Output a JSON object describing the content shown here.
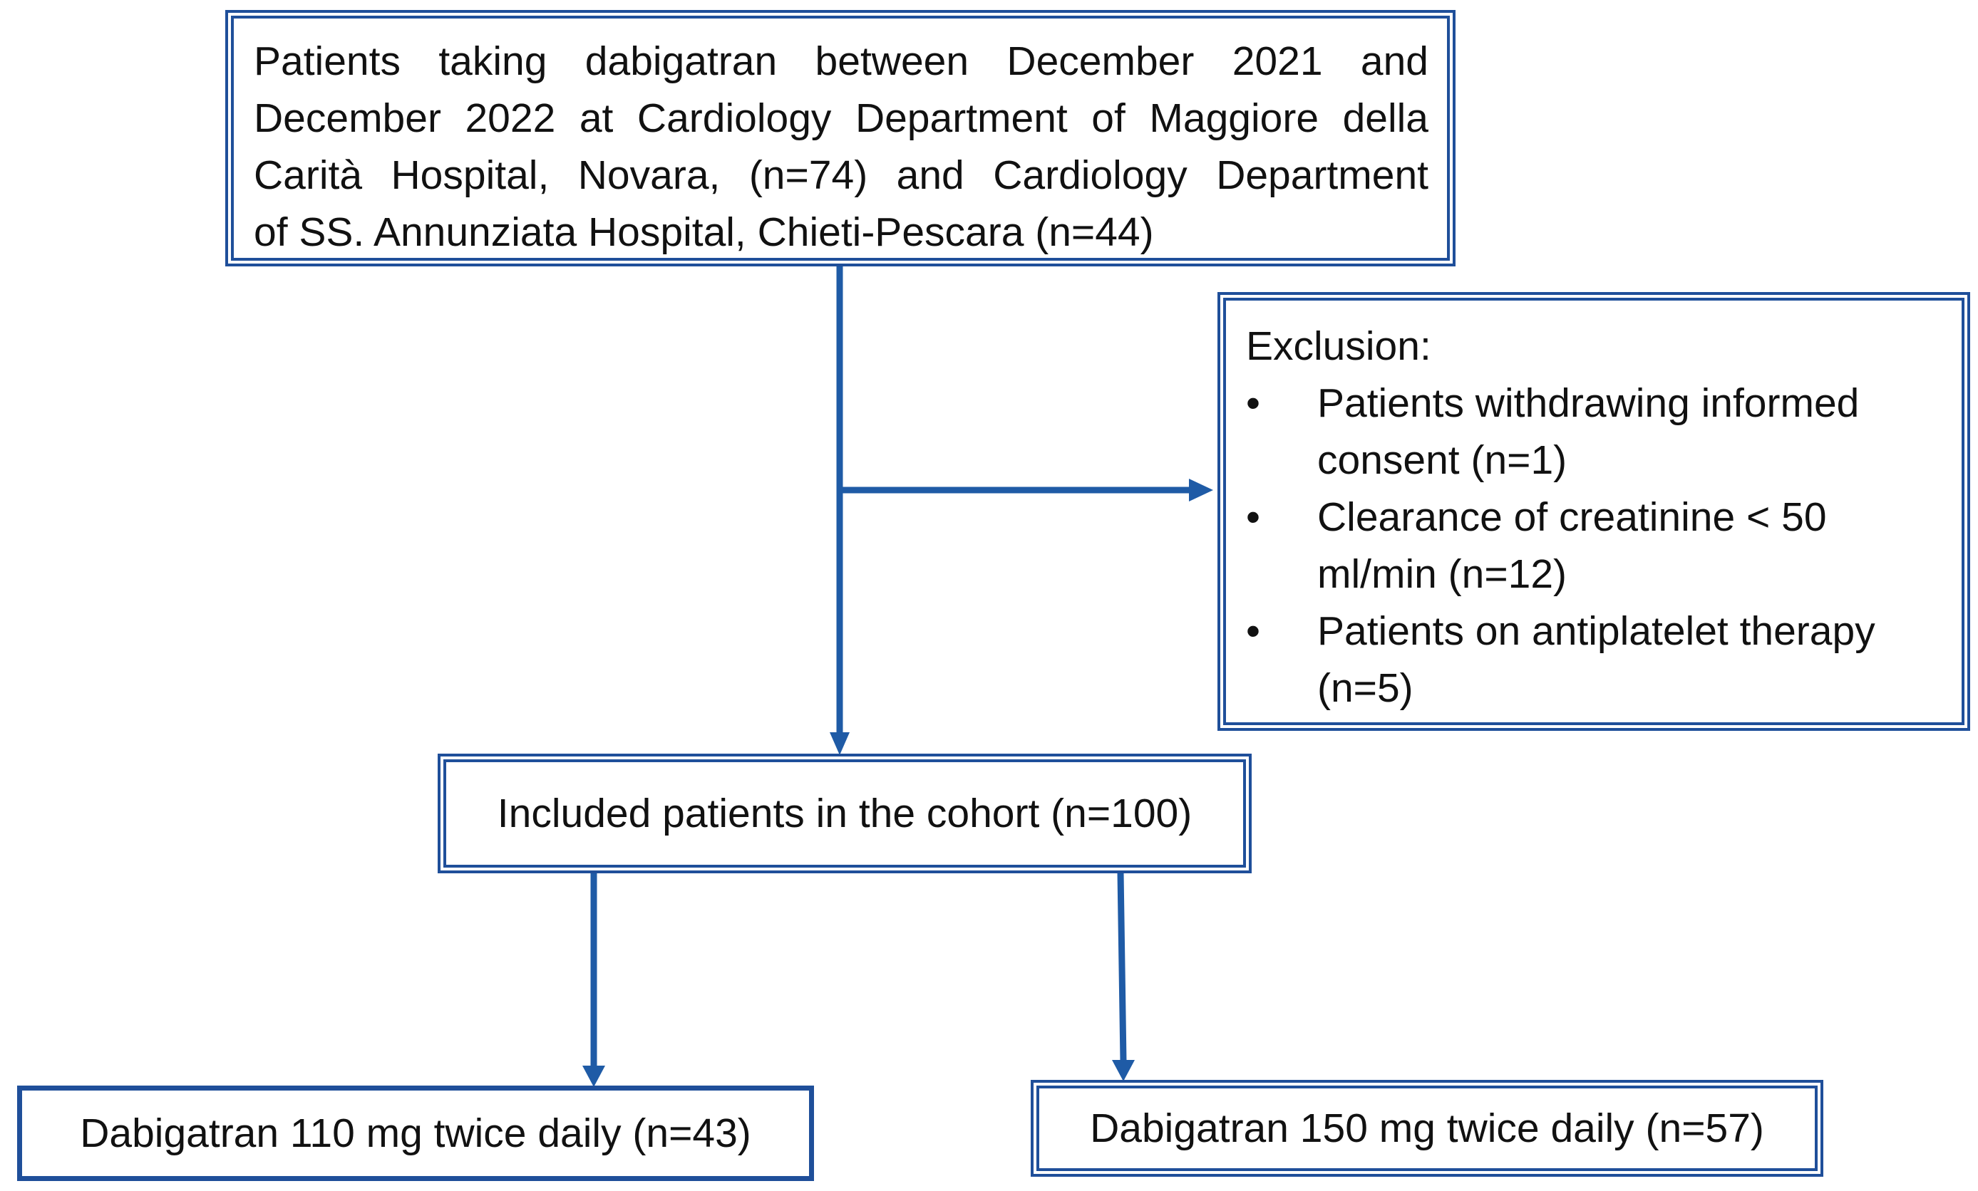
{
  "top_box": {
    "lines": [
      "Patients taking dabigatran between December 2021 and",
      "December 2022 at Cardiology Department of Maggiore della",
      "Carità Hospital, Novara, (n=74) and Cardiology Department",
      "of SS. Annunziata Hospital, Chieti-Pescara (n=44)"
    ]
  },
  "exclusion_box": {
    "heading": "Exclusion:",
    "bullet_glyph": "•",
    "items": [
      "Patients withdrawing informed consent (n=1)",
      "Clearance of creatinine < 50 ml/min (n=12)",
      "Patients on antiplatelet therapy (n=5)"
    ]
  },
  "included_box": {
    "label": "Included patients in the cohort (n=100)"
  },
  "dose_110_box": {
    "label": "Dabigatran 110 mg twice daily (n=43)"
  },
  "dose_150_box": {
    "label": "Dabigatran 150 mg twice daily (n=57)"
  },
  "colors": {
    "arrow": "#1f5ba6",
    "border": "#1f4f9a"
  }
}
